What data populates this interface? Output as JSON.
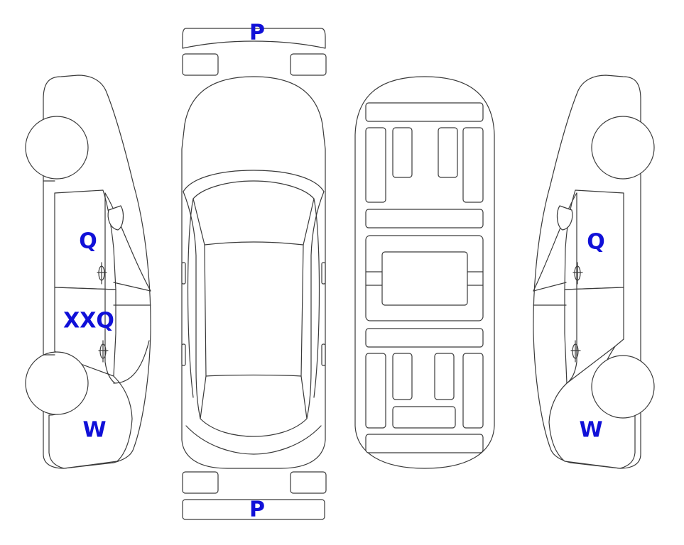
{
  "colors": {
    "orange": "#f9a62b",
    "light_blue": "#dff4fb",
    "label_blue": "#1010d8",
    "outline": "#3a3a3a"
  },
  "labels": {
    "front_bumper": "P",
    "rear_bumper": "P",
    "left_front_door": "Q",
    "left_rear_door": "XXQ",
    "left_rear_quarter": "W",
    "right_front_door": "Q",
    "right_rear_quarter": "W"
  },
  "regions": {
    "front_bumper": {
      "fill": "orange"
    },
    "rear_bumper": {
      "fill": "orange"
    },
    "left_front_door": {
      "fill": "orange"
    },
    "left_rear_door": {
      "fill": "light_blue"
    },
    "left_rear_quarter": {
      "fill": "light_blue"
    },
    "right_front_door": {
      "fill": "orange"
    },
    "right_rear_door": {
      "fill": "light_blue"
    },
    "right_rear_quarter": {
      "fill": "light_blue"
    }
  }
}
